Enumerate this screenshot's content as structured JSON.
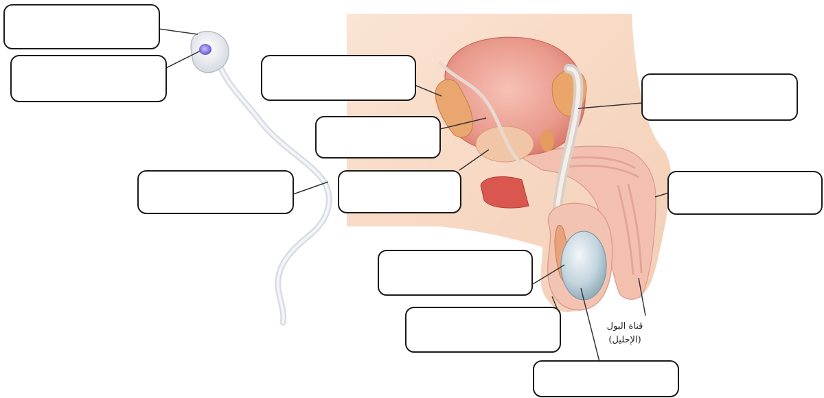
{
  "diagram": {
    "labels": [
      {
        "id": "acrosome",
        "text": ""
      },
      {
        "id": "nucleus",
        "text": ""
      },
      {
        "id": "seminal-vesicle",
        "text": ""
      },
      {
        "id": "bladder",
        "text": ""
      },
      {
        "id": "vas-deferens",
        "text": ""
      },
      {
        "id": "prostate",
        "text": ""
      },
      {
        "id": "tail",
        "text": ""
      },
      {
        "id": "penis",
        "text": ""
      },
      {
        "id": "epididymis",
        "text": ""
      },
      {
        "id": "scrotum",
        "text": ""
      },
      {
        "id": "testis",
        "text": ""
      }
    ],
    "urethra_label": {
      "line1": "قناة البول",
      "line2": "(الإحليل)"
    }
  },
  "colors": {
    "skin": "#f7d7c1",
    "bladder": "#ec9e93",
    "testis": "#a9c2cf",
    "sperm_head_accent": "#7a6fd6"
  }
}
